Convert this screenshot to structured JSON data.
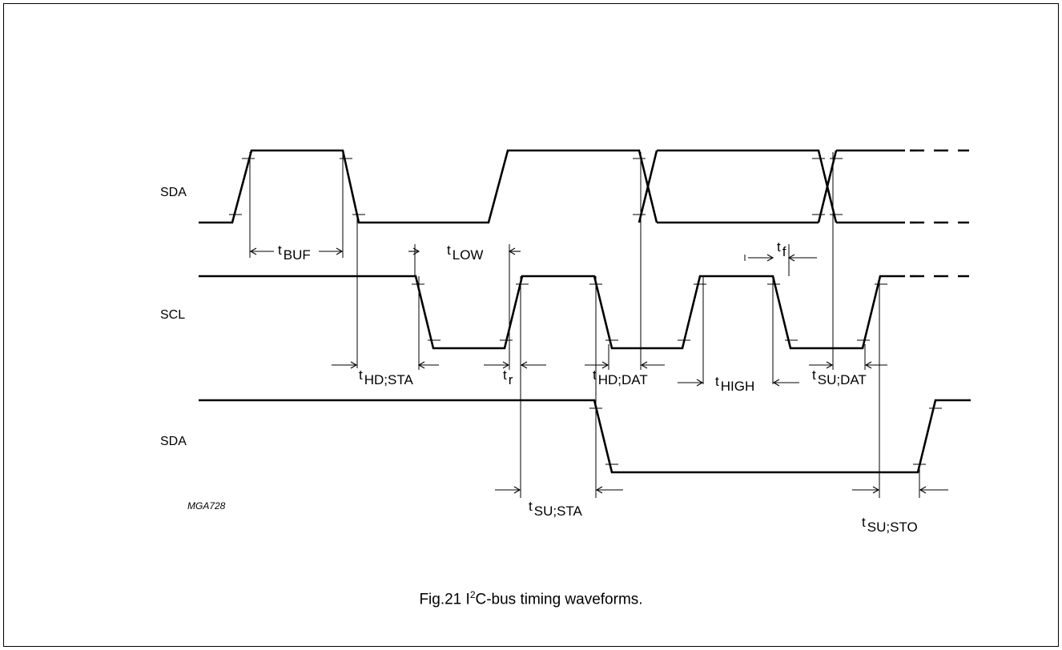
{
  "signals": {
    "sda_top": "SDA",
    "scl": "SCL",
    "sda_bottom": "SDA"
  },
  "timing_labels": {
    "t_buf": {
      "t": "t",
      "sub": "BUF"
    },
    "t_low": {
      "t": "t",
      "sub": "LOW"
    },
    "t_f": {
      "t": "t",
      "sub": "f"
    },
    "t_hd_sta": {
      "t": "t",
      "sub": "HD;STA"
    },
    "t_r": {
      "t": "t",
      "sub": "r"
    },
    "t_hd_dat": {
      "t": "t",
      "sub": "HD;DAT"
    },
    "t_high": {
      "t": "t",
      "sub": "HIGH"
    },
    "t_su_dat": {
      "t": "t",
      "sub": "SU;DAT"
    },
    "t_su_sta": {
      "t": "t",
      "sub": "SU;STA"
    },
    "t_su_sto": {
      "t": "t",
      "sub": "SU;STO"
    }
  },
  "figure_id": "MGA728",
  "caption": {
    "prefix": "Fig.21  I",
    "sup": "2",
    "suffix": "C-bus timing waveforms."
  }
}
